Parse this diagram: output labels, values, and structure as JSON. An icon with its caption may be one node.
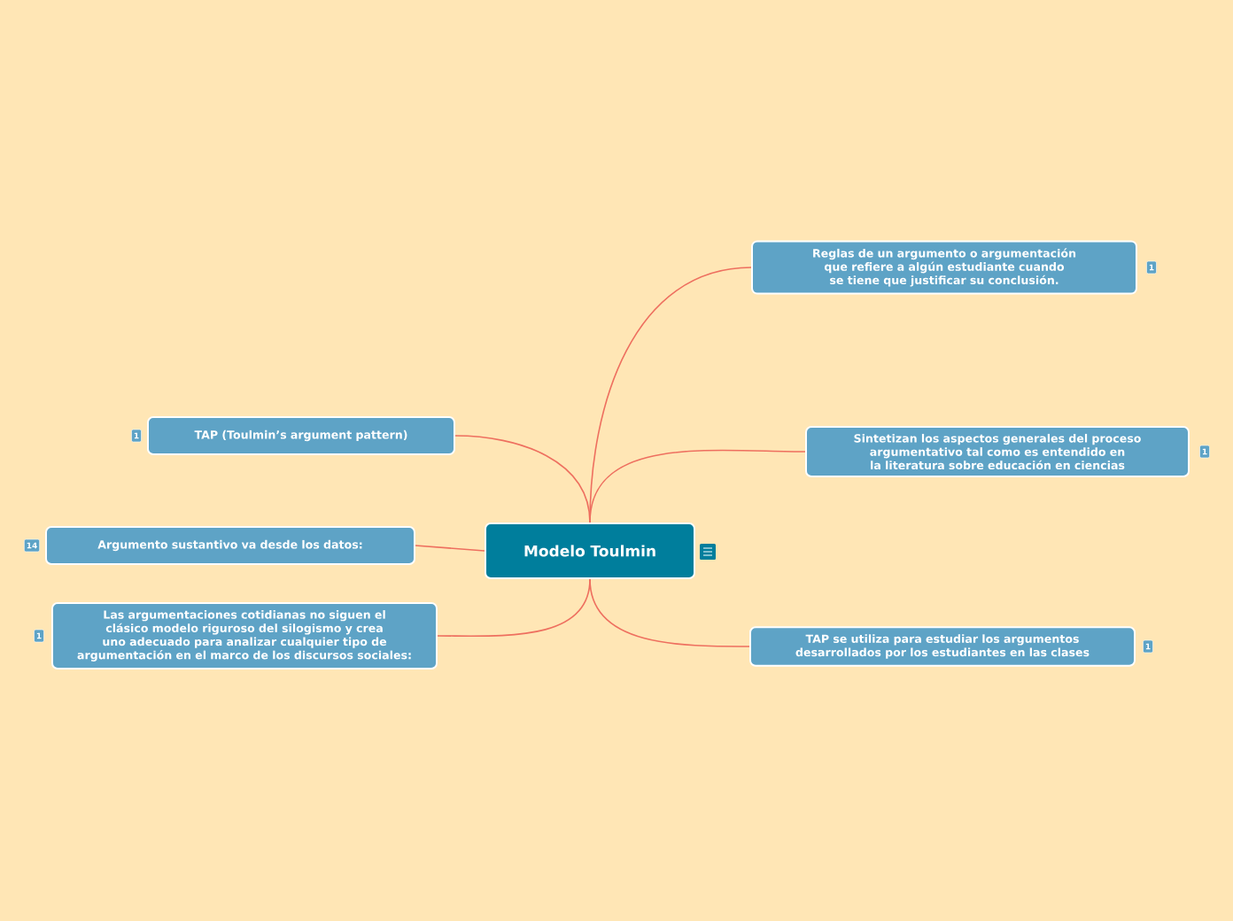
{
  "diagram": {
    "nodes": [
      {
        "text": [
          "Modelo Toulmin"
        ]
      },
      {
        "text": [
          "Reglas de un argumento o argumentación que refiere a algún estudiante cuando se tiene que justificar su conclusión."
        ],
        "beside": [
          "1"
        ]
      },
      {
        "text": [
          "Sintetizan los aspectos generales del proceso argumentativo tal como es entendido en la literatura sobre educación en ciencias"
        ],
        "beside": [
          "1"
        ]
      },
      {
        "text": [
          "TAP se utiliza para estudiar los argumentos desarrollados por los estudiantes en las clases"
        ],
        "beside": [
          "1"
        ]
      },
      {
        "text": [
          "TAP (Toulmin’s argument pattern)"
        ],
        "beside": [
          "1"
        ]
      },
      {
        "text": [
          "Argumento sustantivo va desde los datos:"
        ],
        "beside": [
          "14"
        ]
      },
      {
        "text": [
          "Las argumentaciones cotidianas no siguen el clásico modelo riguroso del silogismo y crea uno adecuado para analizar cualquier tipo de argumentación en el marco de los discursos sociales:"
        ],
        "beside": [
          "1"
        ]
      }
    ],
    "edges": [
      {
        "from": 0,
        "to": 1,
        "arrow": "none"
      },
      {
        "from": 0,
        "to": 2,
        "arrow": "none"
      },
      {
        "from": 0,
        "to": 3,
        "arrow": "none"
      },
      {
        "from": 0,
        "to": 4,
        "arrow": "none"
      },
      {
        "from": 0,
        "to": 5,
        "arrow": "none"
      },
      {
        "from": 0,
        "to": 6,
        "arrow": "none"
      }
    ]
  }
}
